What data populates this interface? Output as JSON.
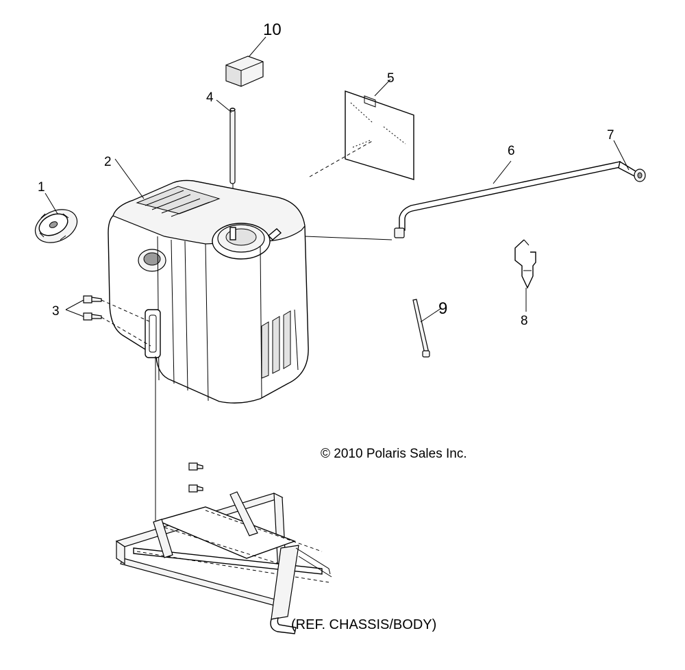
{
  "callouts": {
    "c1": "1",
    "c2": "2",
    "c3": "3",
    "c4": "4",
    "c5": "5",
    "c6": "6",
    "c7": "7",
    "c8": "8",
    "c9": "9",
    "c10": "10"
  },
  "copyright": "© 2010 Polaris Sales Inc.",
  "reference_note": "(REF. CHASSIS/BODY)",
  "colors": {
    "line": "#000000",
    "background": "#ffffff"
  }
}
